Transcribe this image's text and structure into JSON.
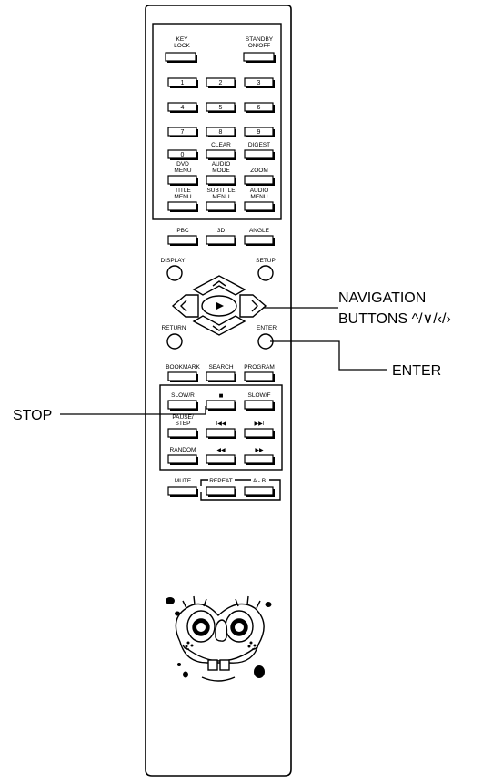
{
  "remote": {
    "key_lock": "KEY\nLOCK",
    "standby": "STANDBY\nON/OFF",
    "digits": [
      "1",
      "2",
      "3",
      "4",
      "5",
      "6",
      "7",
      "8",
      "9",
      "0"
    ],
    "clear": "CLEAR",
    "digest": "DIGEST",
    "dvd_menu": "DVD\nMENU",
    "audio_mode": "AUDIO\nMODE",
    "zoom": "ZOOM",
    "title_menu": "TITLE\nMENU",
    "subtitle_menu": "SUBTITLE\nMENU",
    "audio_menu": "AUDIO\nMENU",
    "pbc": "PBC",
    "three_d": "3D",
    "angle": "ANGLE",
    "display": "DISPLAY",
    "setup": "SETUP",
    "return": "RETURN",
    "enter": "ENTER",
    "bookmark": "BOOKMARK",
    "search": "SEARCH",
    "program": "PROGRAM",
    "slow_r": "SLOW/R",
    "stop_symbol": "■",
    "slow_f": "SLOW/F",
    "pause_step": "PAUSE/\nSTEP",
    "prev_symbol": "I◀◀",
    "next_symbol": "▶▶I",
    "random": "RANDOM",
    "rew_symbol": "◀◀",
    "ff_symbol": "▶▶",
    "mute": "MUTE",
    "repeat": "REPEAT",
    "a_b": "A - B"
  },
  "callouts": {
    "navigation_line1": "NAVIGATION",
    "navigation_line2": "BUTTONS ^/∨/‹/›",
    "enter": "ENTER",
    "stop": "STOP"
  }
}
